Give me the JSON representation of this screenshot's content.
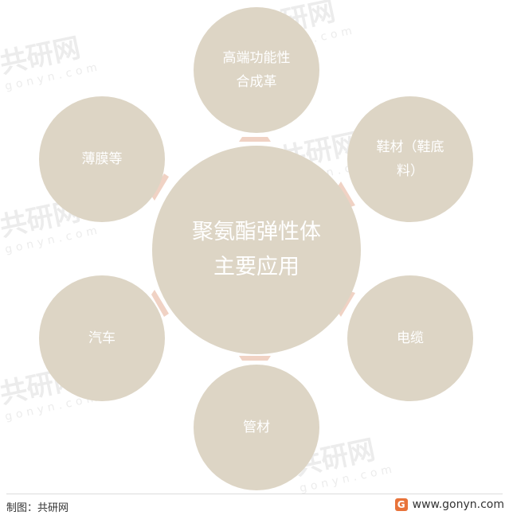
{
  "center": {
    "line1": "聚氨酯弹性体",
    "line2": "主要应用"
  },
  "nodes": {
    "top": {
      "line1": "高端功能性",
      "line2": "合成革"
    },
    "top_right": {
      "line1": "鞋材（鞋底",
      "line2": "料）"
    },
    "right": {
      "label": "电缆"
    },
    "bottom": {
      "label": "管材"
    },
    "left": {
      "label": "汽车"
    },
    "top_left": {
      "label": "薄膜等"
    }
  },
  "footer": {
    "source": "制图：共研网",
    "site": "www.gonyn.com",
    "logo_glyph": "G"
  },
  "watermark": {
    "text": "共研网",
    "sub": "gonyn.com"
  },
  "colors": {
    "circle_fill": "#ddd5c5",
    "arrow": "#f0d2c4",
    "text": "#ffffff"
  }
}
